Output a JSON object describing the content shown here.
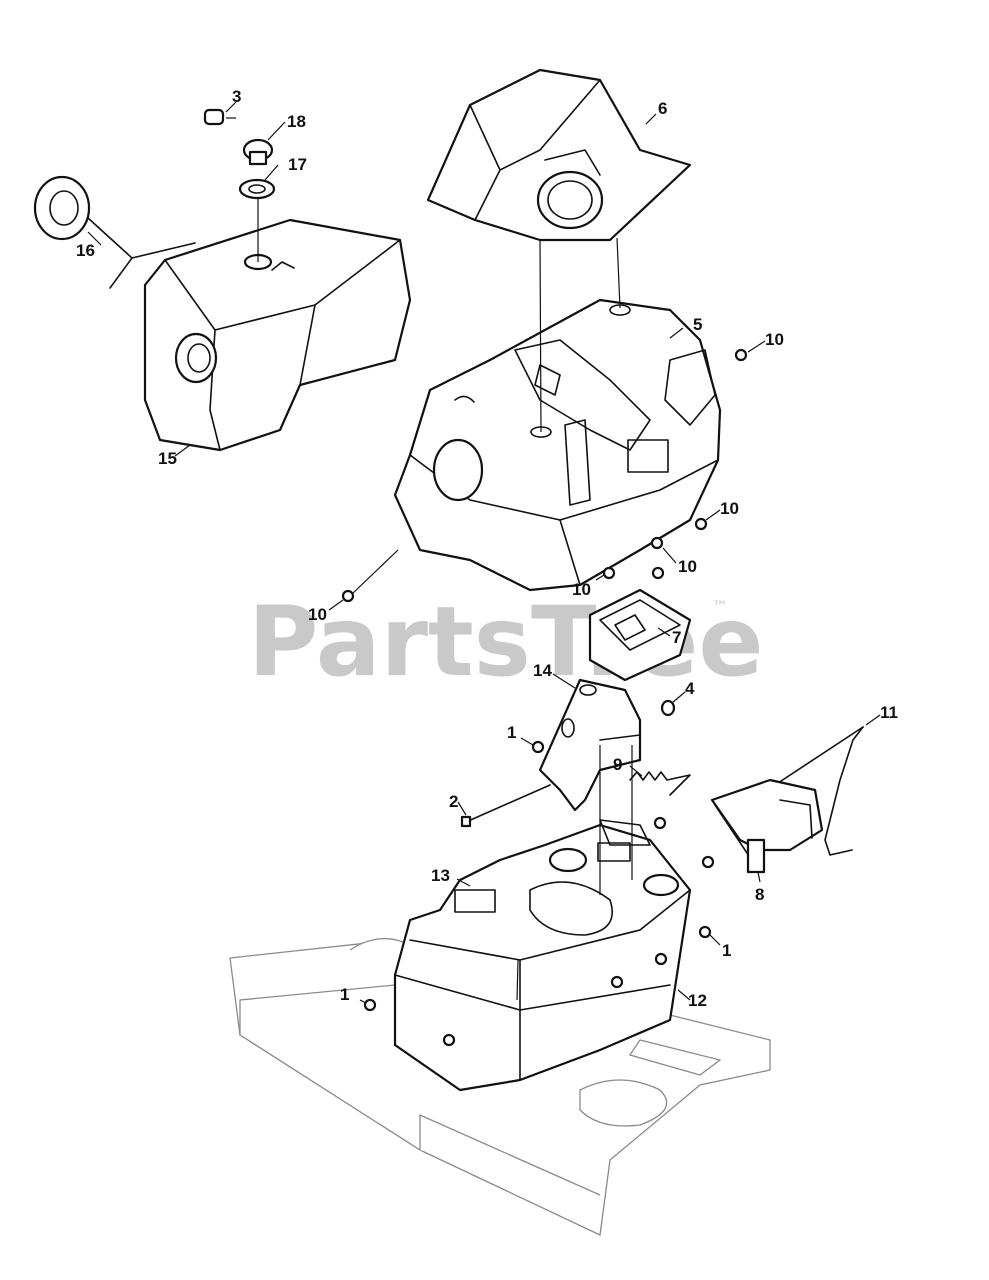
{
  "diagram": {
    "callouts": [
      "3",
      "18",
      "17",
      "16",
      "15",
      "6",
      "5",
      "10",
      "10",
      "10",
      "10",
      "10",
      "7",
      "14",
      "4",
      "11",
      "1",
      "2",
      "9",
      "13",
      "8",
      "1",
      "1",
      "12"
    ]
  },
  "watermark": {
    "brand": "PartsTree",
    "trademark": "™"
  },
  "icons": [
    "fuel-cap-icon",
    "fuel-tank-icon",
    "dash-panel-icon",
    "console-cover-icon",
    "bracket-icon",
    "pedal-icon",
    "rod-icon",
    "spring-icon",
    "bolt-icon",
    "frame-icon"
  ]
}
